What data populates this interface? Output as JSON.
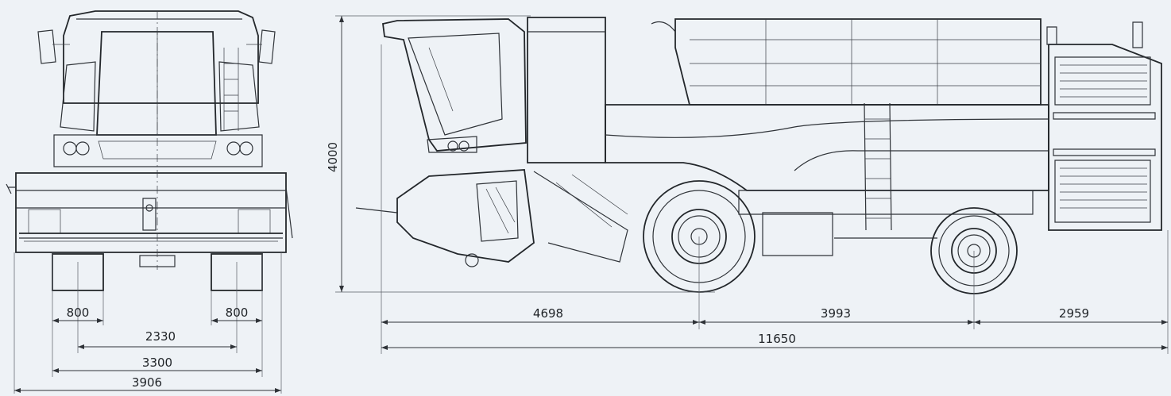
{
  "front_view": {
    "dimensions": {
      "left_track": "800",
      "right_track": "800",
      "wheel_centers": "2330",
      "outer_wheels": "3300",
      "overall_width": "3906"
    }
  },
  "side_view": {
    "dimensions": {
      "height": "4000",
      "front_overhang": "4698",
      "wheelbase": "3993",
      "rear_overhang": "2959",
      "overall_length": "11650"
    }
  },
  "colors": {
    "background": "#eef2f6",
    "line": "#2f3338"
  }
}
